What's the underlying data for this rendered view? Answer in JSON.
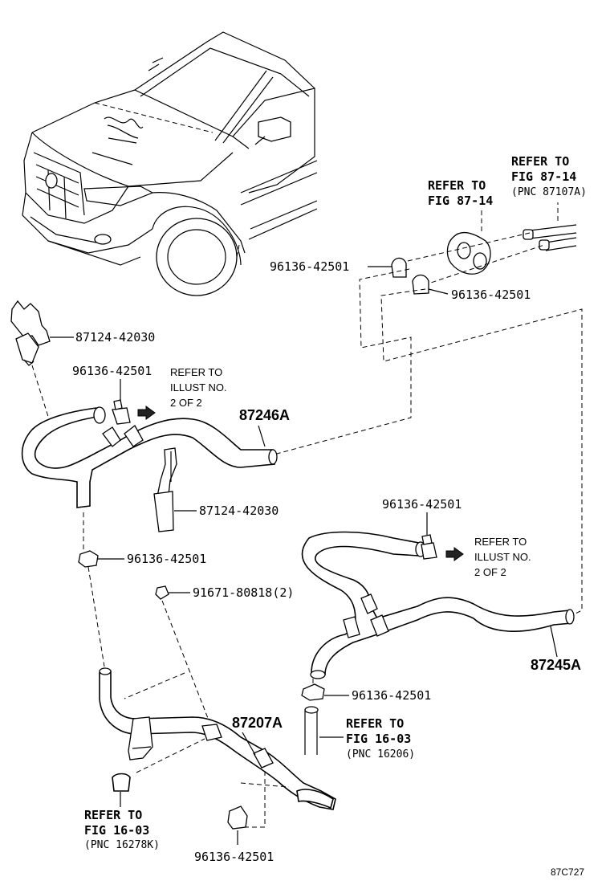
{
  "refer_fig_87_14_a": {
    "l1": "REFER TO",
    "l2": "FIG 87-14"
  },
  "refer_fig_87_14_b": {
    "l1": "REFER TO",
    "l2": "FIG 87-14",
    "l3": "(PNC 87107A)"
  },
  "refer_illust_1": {
    "l1": "REFER TO",
    "l2": "ILLUST NO.",
    "l3": "2 OF 2"
  },
  "refer_illust_2": {
    "l1": "REFER TO",
    "l2": "ILLUST NO.",
    "l3": "2 OF 2"
  },
  "refer_fig_16_03_a": {
    "l1": "REFER TO",
    "l2": "FIG 16-03",
    "l3": "(PNC 16206)"
  },
  "refer_fig_16_03_b": {
    "l1": "REFER TO",
    "l2": "FIG 16-03",
    "l3": "(PNC 16278K)"
  },
  "parts": {
    "clamp_upper_right_1": "96136-42501",
    "clamp_upper_right_2": "96136-42501",
    "bracket_left_top": "87124-42030",
    "clamp_left_top": "96136-42501",
    "hose_87246a": "87246A",
    "bracket_left_mid": "87124-42030",
    "clamp_left_mid": "96136-42501",
    "bolt": "91671-80818(2)",
    "clamp_right_top": "96136-42501",
    "hose_87245a": "87245A",
    "clamp_right_bottom": "96136-42501",
    "pipe_87207a": "87207A",
    "clamp_bottom": "96136-42501"
  },
  "diagram_code": "87C727"
}
